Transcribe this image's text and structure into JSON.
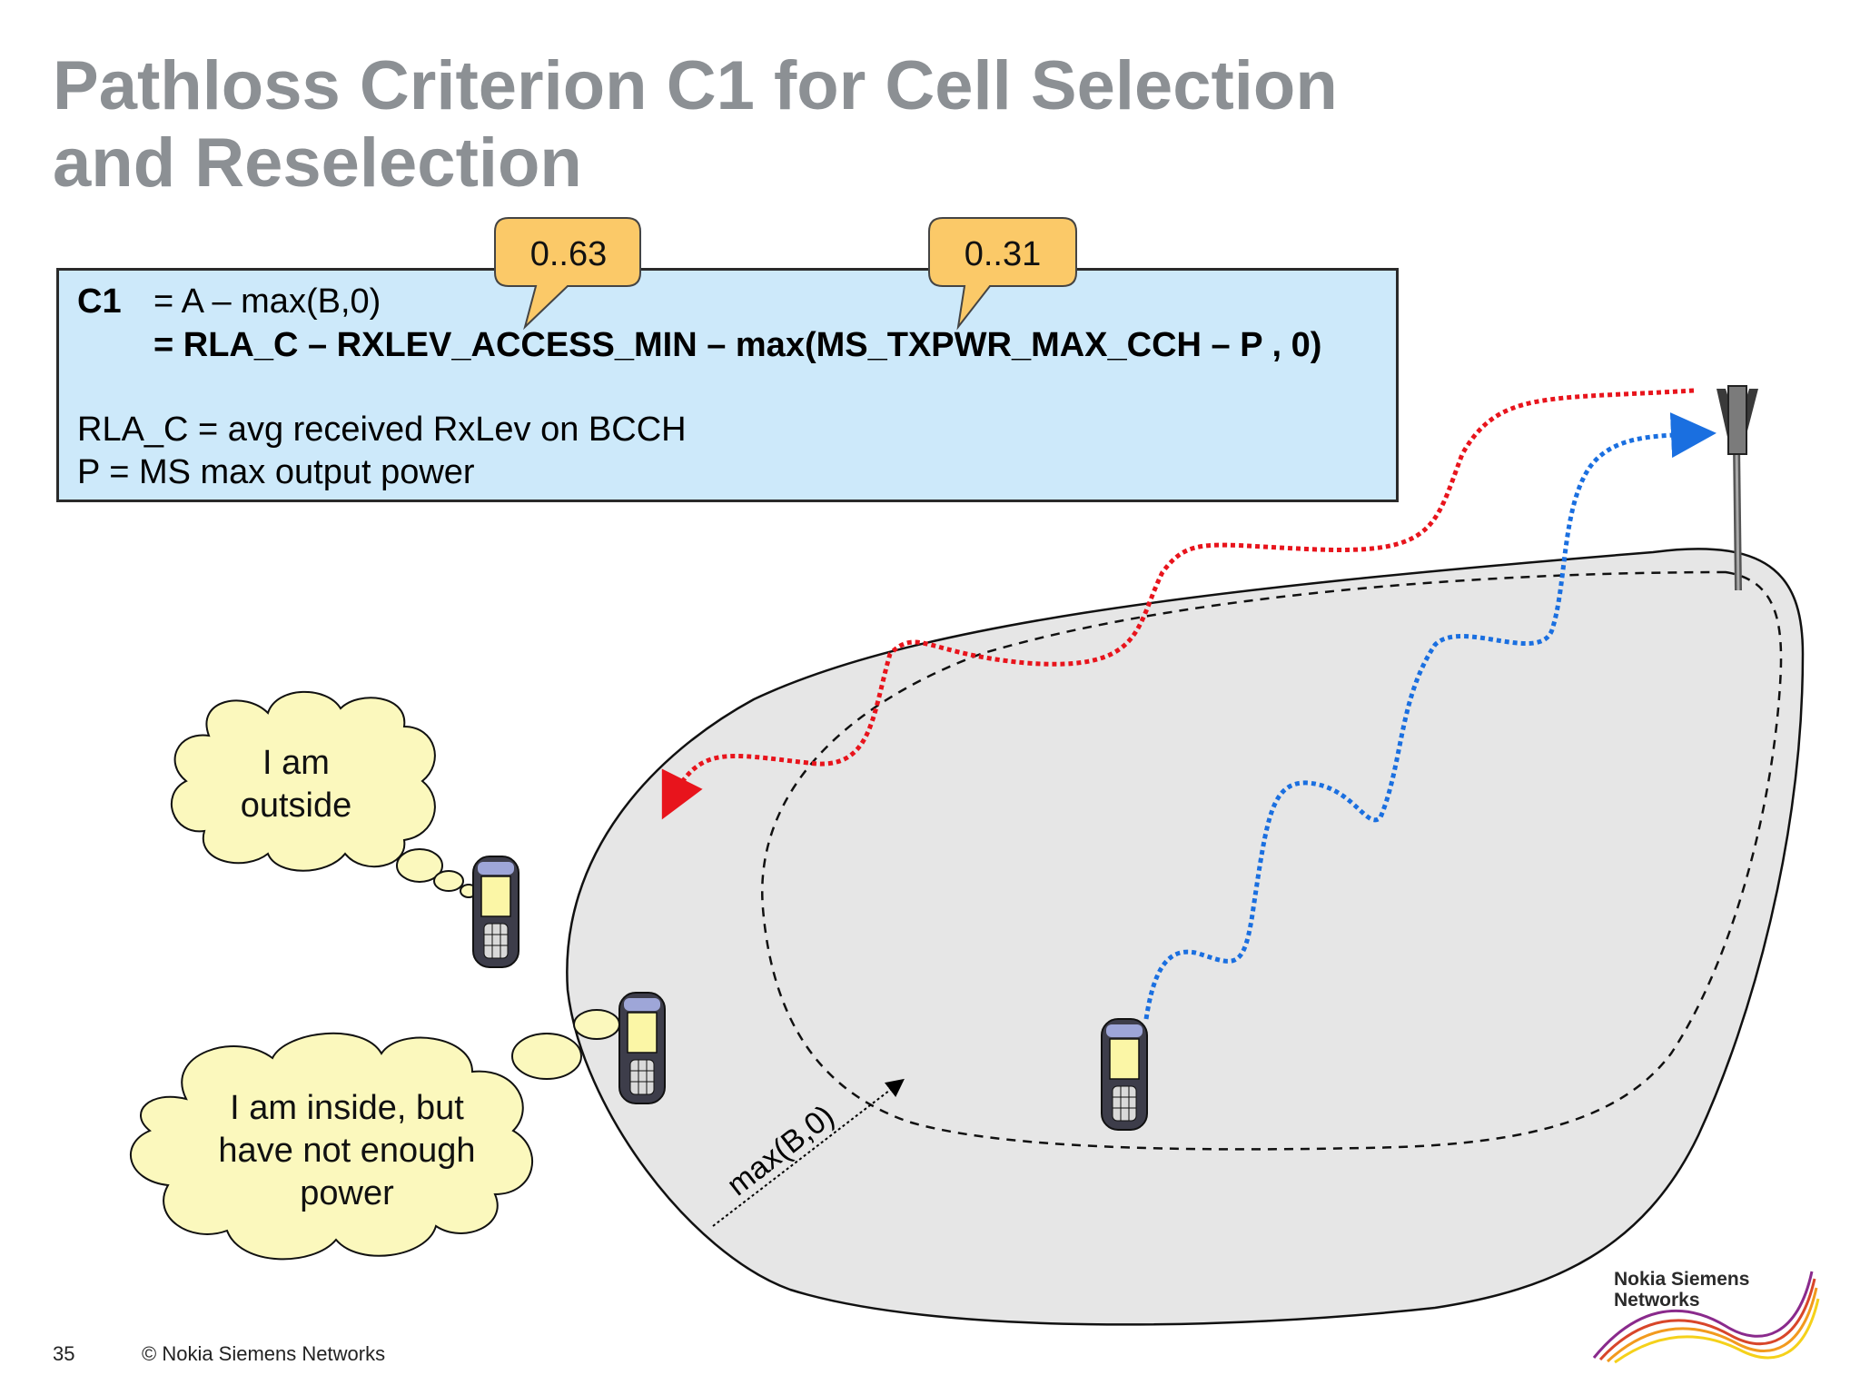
{
  "slide": {
    "title_line1": "Pathloss Criterion C1 for Cell Selection",
    "title_line2": "and Reselection",
    "page_number": "35",
    "copyright": "© Nokia Siemens Networks",
    "logo_line1": "Nokia Siemens",
    "logo_line2": "Networks"
  },
  "formula": {
    "c1_label": "C1",
    "line1": "= A – max(B,0)",
    "line2": "= RLA_C – RXLEV_ACCESS_MIN – max(MS_TXPWR_MAX_CCH – P , 0)",
    "def1": "RLA_C = avg received RxLev on BCCH",
    "def2": "P = MS max output power"
  },
  "callouts": {
    "rxlev_range": "0..63",
    "txpwr_range": "0..31"
  },
  "bubbles": {
    "outside_line1": "I am",
    "outside_line2": "outside",
    "inside_line1": "I am inside, but",
    "inside_line2": "have not enough",
    "inside_line3": "power"
  },
  "diagram": {
    "margin_label": "max(B,0)"
  },
  "colors": {
    "title": "#8c9094",
    "formula_bg": "#cde9fa",
    "callout_fill": "#fbc968",
    "bubble_fill": "#fbf8bd",
    "cell_fill": "#e6e6e6",
    "downlink_red": "#e8141c",
    "uplink_blue": "#1a6fe0"
  }
}
